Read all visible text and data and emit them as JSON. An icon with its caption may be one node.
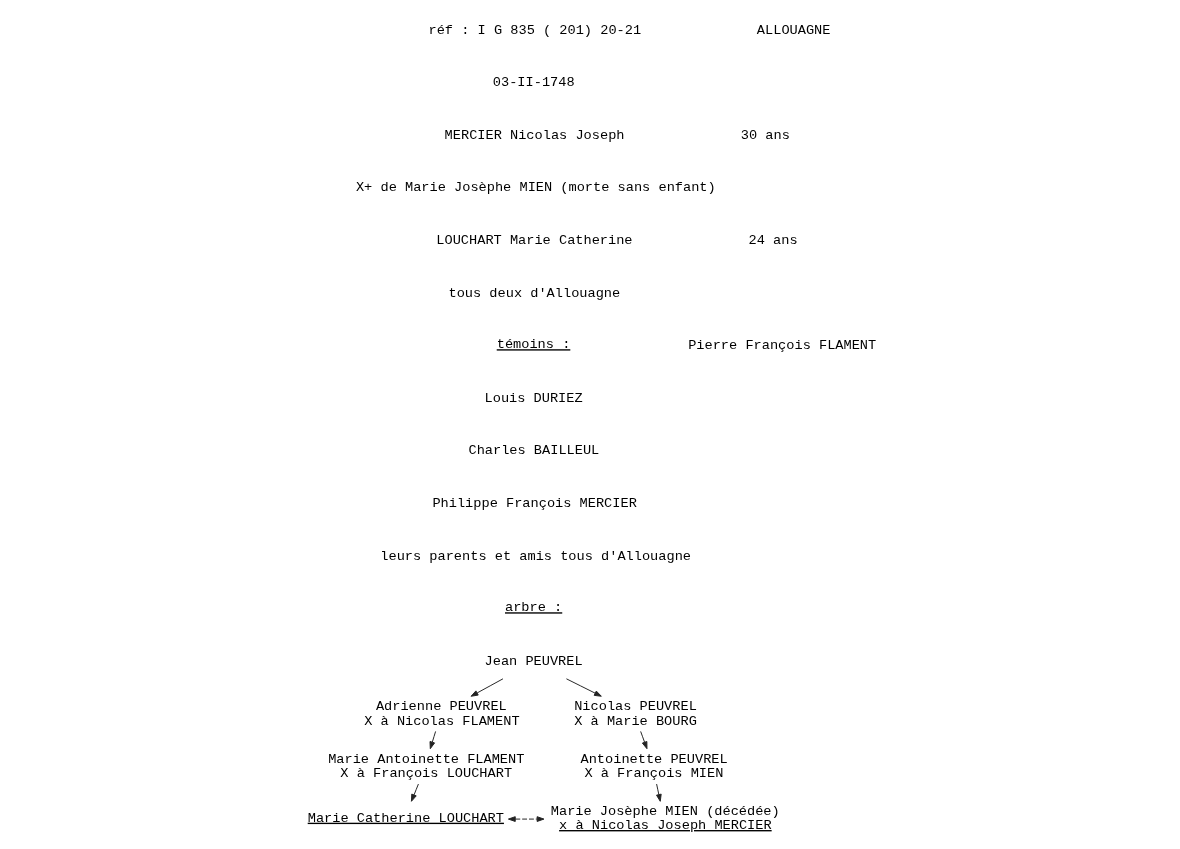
{
  "diagram": {
    "nodes": [
      {
        "text": [
          "Jean PEUVREL"
        ]
      },
      {
        "text": [
          "Adrienne PEUVREL",
          "X à Nicolas FLAMENT"
        ]
      },
      {
        "text": [
          "Marie Antoinette FLAMENT",
          "X à François LOUCHART"
        ]
      },
      {
        "text": [
          "Marie Catherine LOUCHART"
        ]
      },
      {
        "text": [
          "Nicolas PEUVREL",
          "X à Marie BOURG"
        ]
      },
      {
        "text": [
          "Antoinette PEUVREL",
          "X à François MIEN"
        ]
      },
      {
        "text": [
          "Marie Josèphe MIEN (décédée)",
          "x à Nicolas Joseph MERCIER"
        ]
      }
    ],
    "edges": [
      {
        "from": 0,
        "to": 1,
        "arrow": "to"
      },
      {
        "from": 0,
        "to": 4,
        "arrow": "to"
      },
      {
        "from": 1,
        "to": 2,
        "arrow": "to"
      },
      {
        "from": 2,
        "to": 3,
        "arrow": "to"
      },
      {
        "from": 4,
        "to": 5,
        "arrow": "to"
      },
      {
        "from": 5,
        "to": 6,
        "arrow": "to"
      },
      {
        "from": 3,
        "to": 6,
        "arrow": "both",
        "style": "dashed"
      }
    ],
    "labels": [
      "réf : I G 835 ( 201) 20-21",
      "ALLOUAGNE",
      "03-II-1748",
      "MERCIER Nicolas Joseph",
      "30 ans",
      "X+ de Marie Josèphe MIEN (morte sans enfant)",
      "LOUCHART Marie Catherine",
      "24 ans",
      "tous deux d'Allouagne",
      "témoins :",
      "Pierre François FLAMENT",
      "Louis DURIEZ",
      "Charles BAILLEUL",
      "Philippe François MERCIER",
      "leurs parents et amis tous d'Allouagne",
      "arbre :"
    ]
  }
}
